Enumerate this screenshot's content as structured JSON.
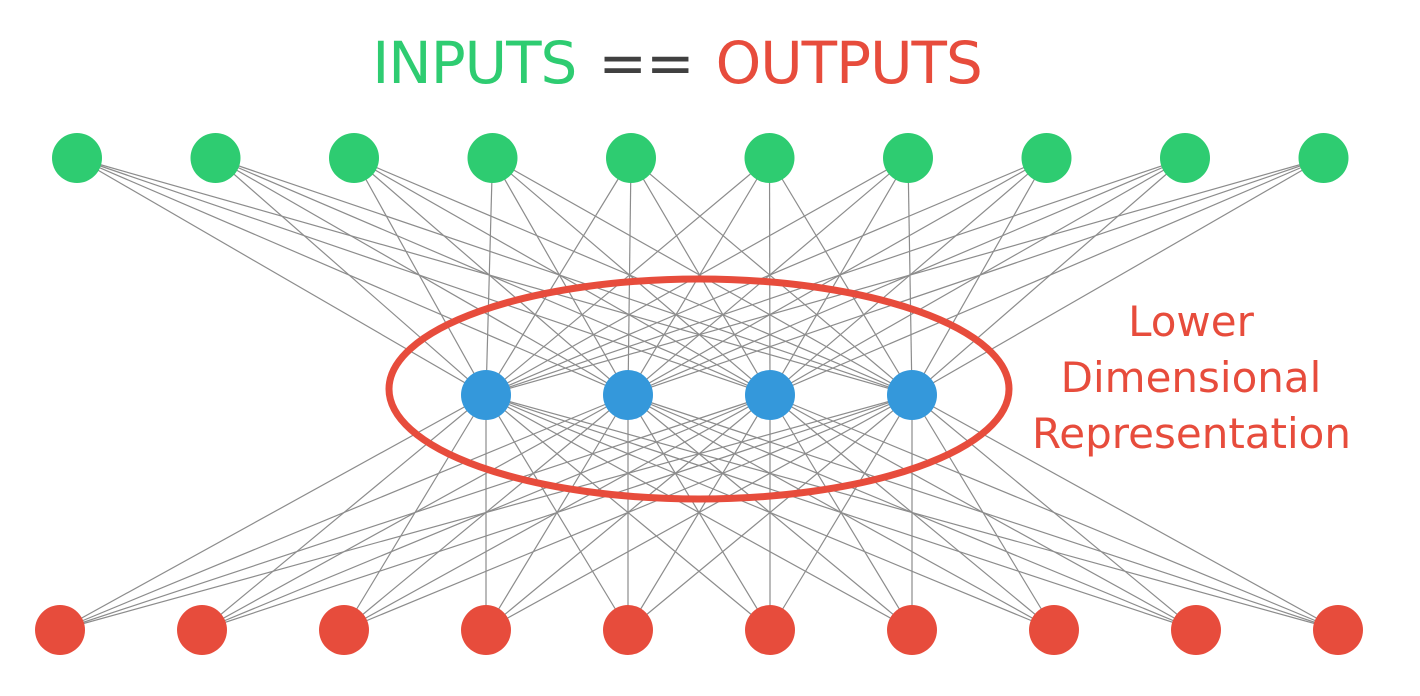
{
  "title": {
    "inputs_text": "INPUTS",
    "equals_text": "==",
    "outputs_text": "OUTPUTS"
  },
  "annotation": {
    "line1": "Lower",
    "line2": "Dimensional",
    "line3": "Representation"
  },
  "network": {
    "input_layer_size": 10,
    "hidden_layer_size": 4,
    "output_layer_size": 10,
    "fully_connected": true
  },
  "colors": {
    "input_nodes": "#2ecc71",
    "hidden_nodes": "#3498db",
    "output_nodes": "#e74c3c",
    "edges": "#8c8c8c",
    "highlight_ellipse": "#e74c3c",
    "equals_sign": "#404040",
    "background": "#ffffff"
  }
}
